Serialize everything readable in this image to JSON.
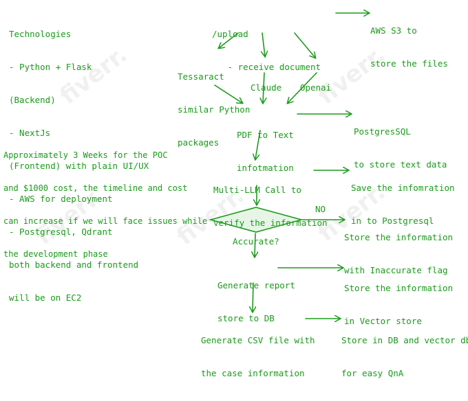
{
  "notes": {
    "technologies": [
      "Technologies",
      "- Python + Flask",
      "(Backend)",
      "- NextJs",
      "(Frontend) with plain UI/UX",
      "- AWS for deployment",
      "- Postgresql, Qdrant",
      "both backend and frontend",
      "will be on EC2"
    ],
    "estimate": [
      "Approximately 3 Weeks for the POC",
      "and $1000 cost, the timeline and cost",
      "can increase if we will face issues while",
      "the development phase"
    ]
  },
  "nodes": {
    "upload": [
      "/upload",
      "   - receive document"
    ],
    "tesseract": [
      "Tessaract",
      "similar Python",
      "packages"
    ],
    "claude": [
      "Claude"
    ],
    "openai": [
      "Openai"
    ],
    "pdf_to_text": [
      "PDF to Text",
      "infotmation"
    ],
    "multi_llm": [
      "Multi-LLM Call to",
      "verify the information"
    ],
    "accurate": [
      "Accurate?"
    ],
    "generate_report": [
      "Generate report",
      "store to DB"
    ],
    "generate_csv": [
      "Generate CSV file with",
      "the case information"
    ]
  },
  "outputs": {
    "aws_s3": [
      "AWS S3 to",
      "store the files"
    ],
    "postgres_text": [
      "PostgresSQL",
      "to store text data"
    ],
    "save_info": [
      "Save the infomration",
      "in to Postgresql"
    ],
    "inaccurate": [
      "Store the information",
      "with Inaccurate flag"
    ],
    "vector_store": [
      "Store the information",
      "in Vector store"
    ],
    "db_vector": [
      "Store in DB and vector db",
      "for easy QnA"
    ]
  },
  "labels": {
    "no": "NO"
  },
  "watermark": "fiverr.",
  "colors": {
    "ink": "#1a9a1a",
    "diamond_fill": "#e6f5e6"
  }
}
